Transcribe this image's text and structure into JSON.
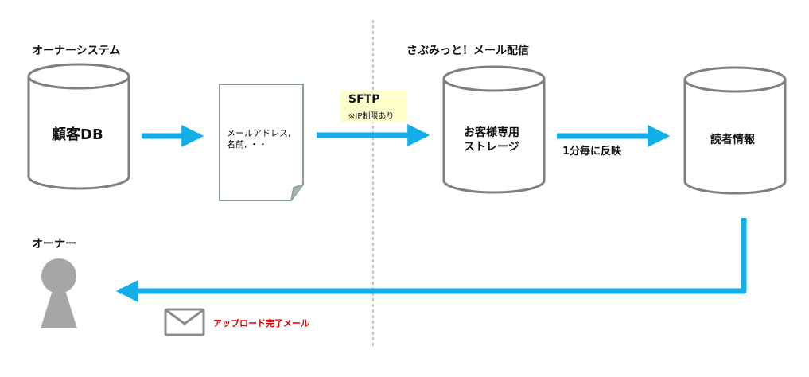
{
  "headings": {
    "owner_system": "オーナーシステム",
    "sabumitto": "さぶみっと！メール配信",
    "owner": "オーナー"
  },
  "nodes": {
    "customer_db": "顧客DB",
    "file_line1": "メールアドレス,",
    "file_line2": "名前, ・・",
    "storage_line1": "お客様専用",
    "storage_line2": "ストレージ",
    "reader_info": "読者情報"
  },
  "edges": {
    "sftp": "SFTP",
    "sftp_note": "※IP制限あり",
    "sync": "1分毎に反映",
    "upload_mail": "アップロード完了メール"
  },
  "colors": {
    "arrow": "#12aee8",
    "cylinder_stroke": "#7f7f7f",
    "document_stroke": "#8a9a9a",
    "person": "#a6a6a6",
    "mail_label": "#e00000",
    "divider": "#8c8c8c",
    "sftp_bg": "#ffffcc"
  },
  "icons": {
    "mail": "envelope-icon",
    "person": "person-icon"
  }
}
